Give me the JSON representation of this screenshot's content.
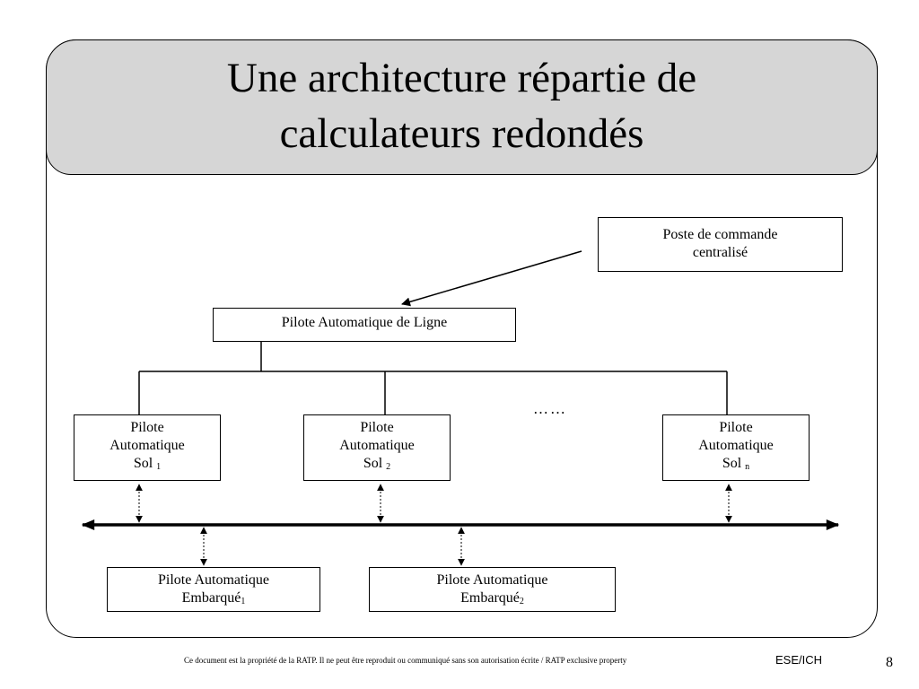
{
  "slide": {
    "title_line1": "Une architecture répartie de",
    "title_line2": "calculateurs redondés"
  },
  "diagram": {
    "pcc": {
      "line1": "Poste de commande",
      "line2": "centralisé"
    },
    "pal": {
      "label": "Pilote Automatique de Ligne"
    },
    "pas": [
      {
        "line1": "Pilote",
        "line2": "Automatique",
        "line3": "Sol",
        "index": "1"
      },
      {
        "line1": "Pilote",
        "line2": "Automatique",
        "line3": "Sol",
        "index": "2"
      },
      {
        "line1": "Pilote",
        "line2": "Automatique",
        "line3": "Sol",
        "index": "n"
      }
    ],
    "ellipsis": "……",
    "pae": [
      {
        "line1": "Pilote Automatique",
        "line2": "Embarqué",
        "index": "1"
      },
      {
        "line1": "Pilote Automatique",
        "line2": "Embarqué",
        "index": "2"
      }
    ]
  },
  "footer": {
    "notice": "Ce document est la propriété de la RATP. Il ne peut être reproduit ou communiqué sans son autorisation écrite / RATP exclusive property",
    "code": "ESE/ICH",
    "page": "8"
  }
}
